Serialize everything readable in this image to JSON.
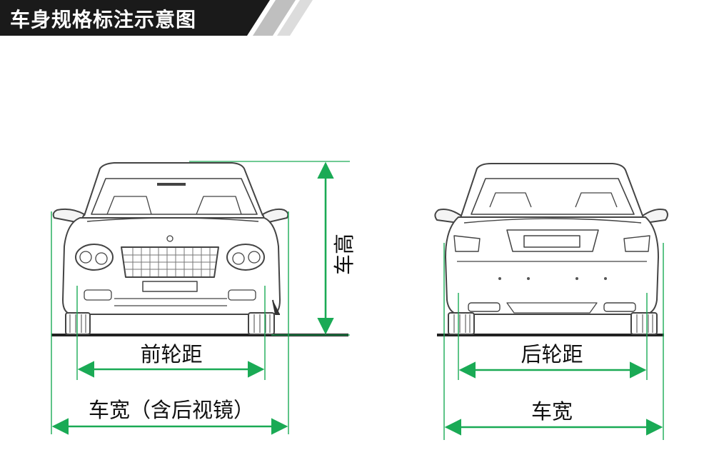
{
  "header": {
    "title": "车身规格标注示意图"
  },
  "labels": {
    "height": "车高",
    "front_track": "前轮距",
    "width_with_mirrors": "车宽（含后视镜）",
    "rear_track": "后轮距",
    "width": "车宽"
  },
  "colors": {
    "banner_dark": "#1a1a1a",
    "banner_stripe": "#bfbfbf",
    "dimension_line": "#1aaa55",
    "car_outline": "#444444"
  }
}
